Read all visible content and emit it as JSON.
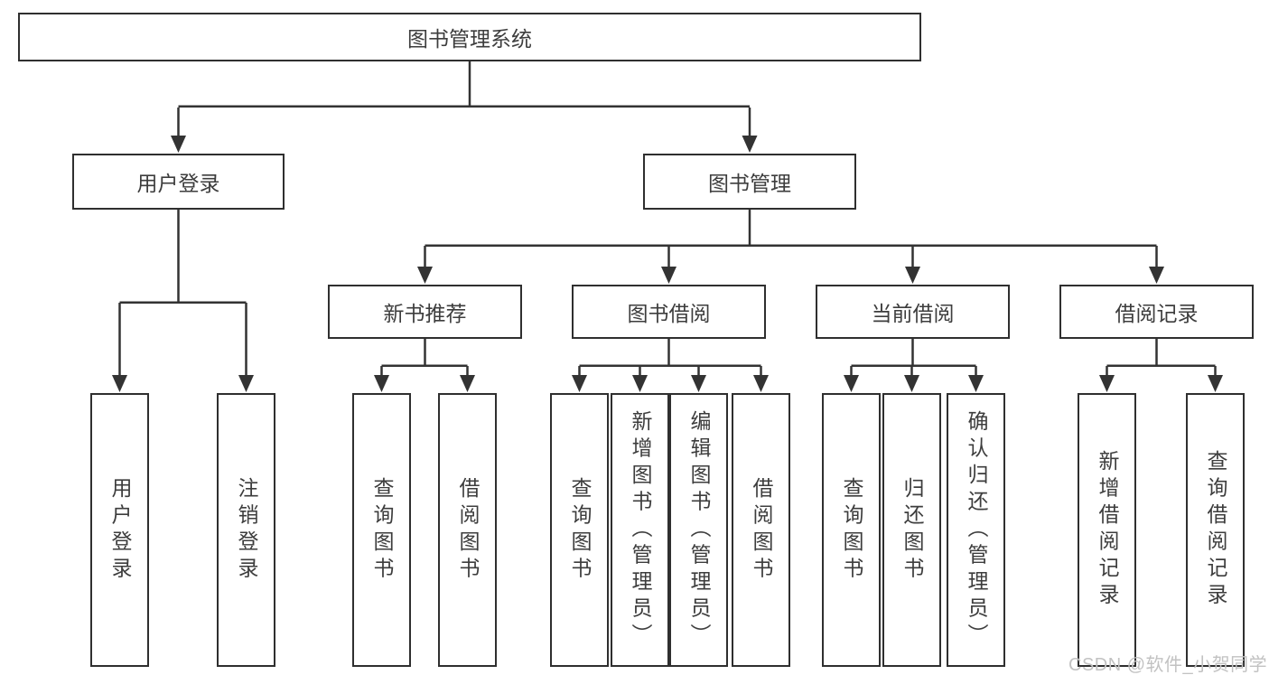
{
  "tree": {
    "root": "图书管理系统",
    "branches": [
      {
        "label": "用户登录",
        "children": [
          "用户登录",
          "注销登录"
        ]
      },
      {
        "label": "图书管理",
        "sections": [
          {
            "label": "新书推荐",
            "children": [
              "查询图书",
              "借阅图书"
            ]
          },
          {
            "label": "图书借阅",
            "children": [
              "查询图书",
              "新增图书（管理员）",
              "编辑图书（管理员）",
              "借阅图书"
            ]
          },
          {
            "label": "当前借阅",
            "children": [
              "查询图书",
              "归还图书",
              "确认归还（管理员）"
            ]
          },
          {
            "label": "借阅记录",
            "children": [
              "新增借阅记录",
              "查询借阅记录"
            ]
          }
        ]
      }
    ]
  },
  "watermark": "CSDN @软件_小贺同学",
  "colors": {
    "line": "#333333",
    "border": "#2f2f2f",
    "text": "#3d3d3d",
    "watermark": "#c2c2c2",
    "background": "#ffffff"
  }
}
